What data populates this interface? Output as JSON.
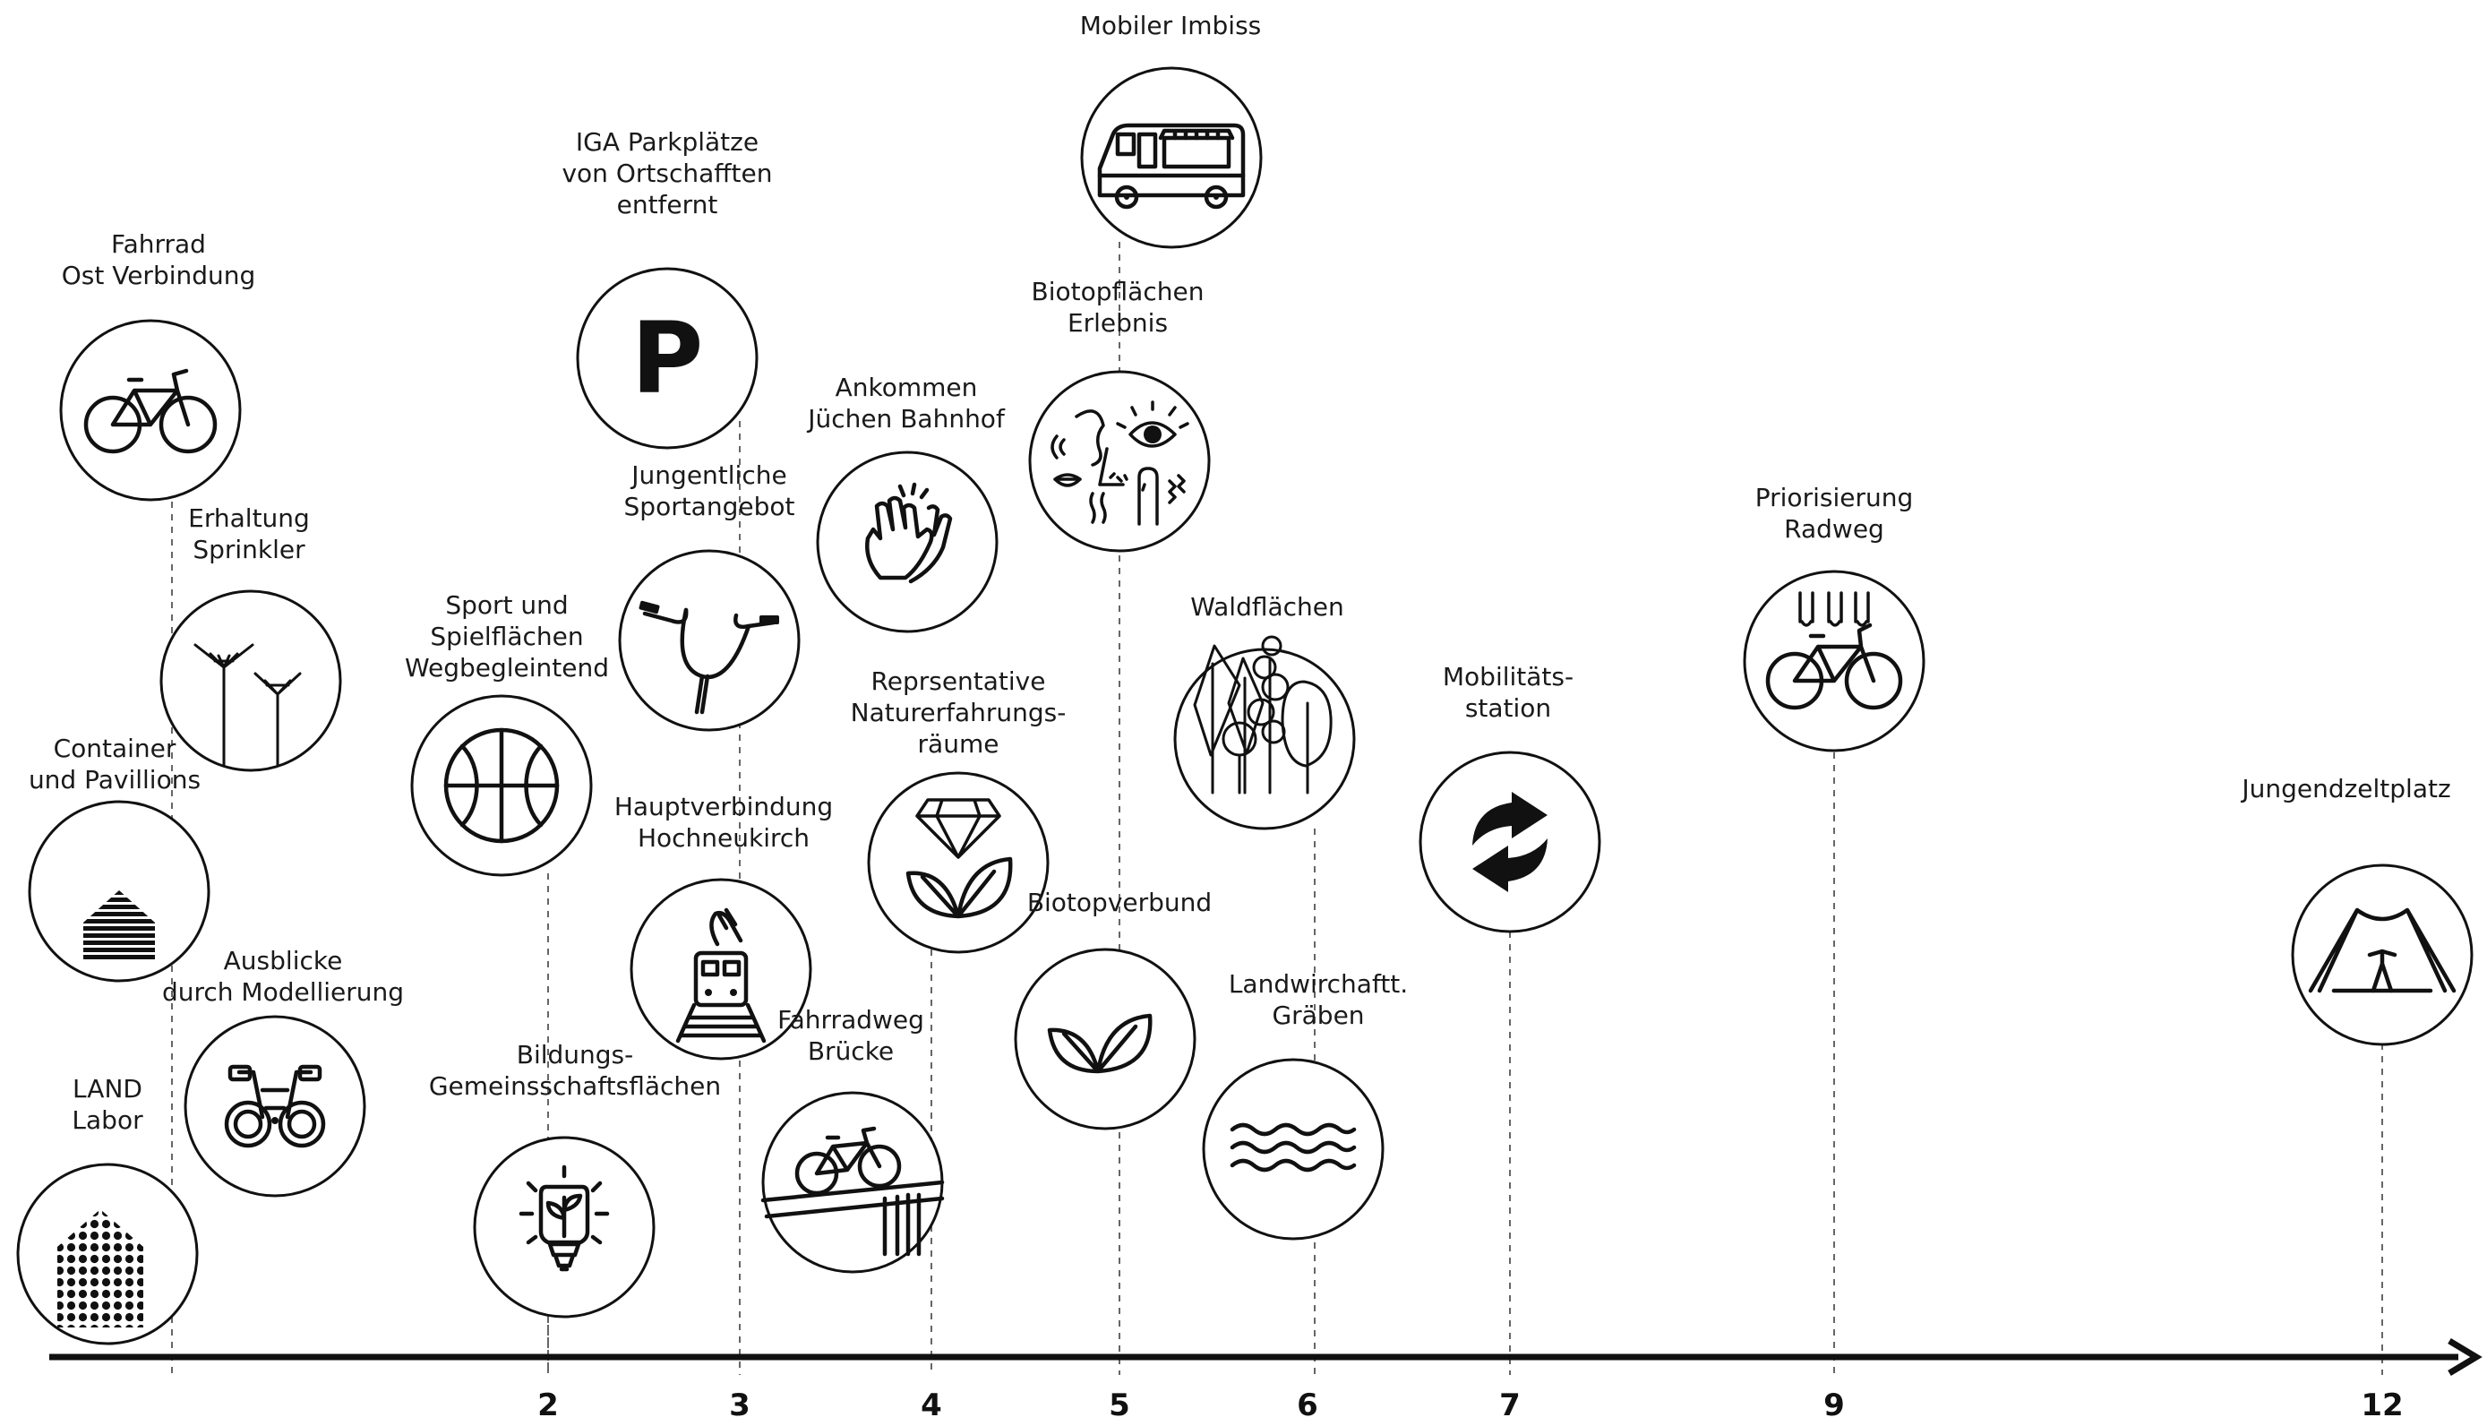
{
  "axis": {
    "ticks": [
      "2",
      "3",
      "4",
      "5",
      "6",
      "7",
      "9",
      "12"
    ]
  },
  "items": [
    {
      "id": "land-labor",
      "label": [
        "LAND",
        "Labor"
      ],
      "icon": "dotted-house-icon"
    },
    {
      "id": "container",
      "label": [
        "Container",
        "und Pavillions"
      ],
      "icon": "striped-house-icon"
    },
    {
      "id": "ausblicke",
      "label": [
        "Ausblicke",
        "durch Modellierung"
      ],
      "icon": "binoculars-icon"
    },
    {
      "id": "sprinkler",
      "label": [
        "Erhaltung",
        "Sprinkler"
      ],
      "icon": "sprinkler-icon"
    },
    {
      "id": "fahrrad-ost",
      "label": [
        "Fahrrad",
        "Ost Verbindung"
      ],
      "icon": "bicycle-icon"
    },
    {
      "id": "sport",
      "label": [
        "Sport und",
        "Spielflächen",
        "Wegbegleintend"
      ],
      "icon": "basketball-icon"
    },
    {
      "id": "bildung",
      "label": [
        "Bildungs-",
        "Gemeinsschaftsflächen"
      ],
      "icon": "lightbulb-plant-icon"
    },
    {
      "id": "iga",
      "label": [
        "IGA Parkplätze",
        "von Ortschafften",
        "entfernt"
      ],
      "icon": "parking-icon",
      "glyph": "P"
    },
    {
      "id": "jugend-sport",
      "label": [
        "Jungentliche",
        "Sportangebot"
      ],
      "icon": "handlebar-icon"
    },
    {
      "id": "hauptverbindung",
      "label": [
        "Hauptverbindung",
        "Hochneukirch"
      ],
      "icon": "train-wave-icon"
    },
    {
      "id": "ankommen",
      "label": [
        "Ankommen",
        "Jüchen Bahnhof"
      ],
      "icon": "clapping-hands-icon"
    },
    {
      "id": "fahrradweg-bruecke",
      "label": [
        "Fahrradweg",
        "Brücke"
      ],
      "icon": "bicycle-bridge-icon"
    },
    {
      "id": "repr",
      "label": [
        "Reprsentative",
        "Naturerfahrungs-",
        "räume"
      ],
      "icon": "diamond-leaves-icon"
    },
    {
      "id": "mobiler-imbiss",
      "label": [
        "Mobiler Imbiss"
      ],
      "icon": "food-truck-icon"
    },
    {
      "id": "biotop-erlebnis",
      "label": [
        "Biotopflächen",
        "Erlebnis"
      ],
      "icon": "senses-icon"
    },
    {
      "id": "biotopverbund",
      "label": [
        "Biotopverbund"
      ],
      "icon": "leaves-icon"
    },
    {
      "id": "waldflaechen",
      "label": [
        "Waldflächen"
      ],
      "icon": "forest-icon"
    },
    {
      "id": "graeben",
      "label": [
        "Landwirchaftt.",
        "Gräben"
      ],
      "icon": "waves-icon"
    },
    {
      "id": "mobilitaet",
      "label": [
        "Mobilitäts-",
        "station"
      ],
      "icon": "refresh-arrows-icon"
    },
    {
      "id": "radweg",
      "label": [
        "Priorisierung",
        "Radweg"
      ],
      "icon": "bicycle-priority-icon"
    },
    {
      "id": "zeltplatz",
      "label": [
        "Jungendzeltplatz"
      ],
      "icon": "tent-icon"
    }
  ]
}
